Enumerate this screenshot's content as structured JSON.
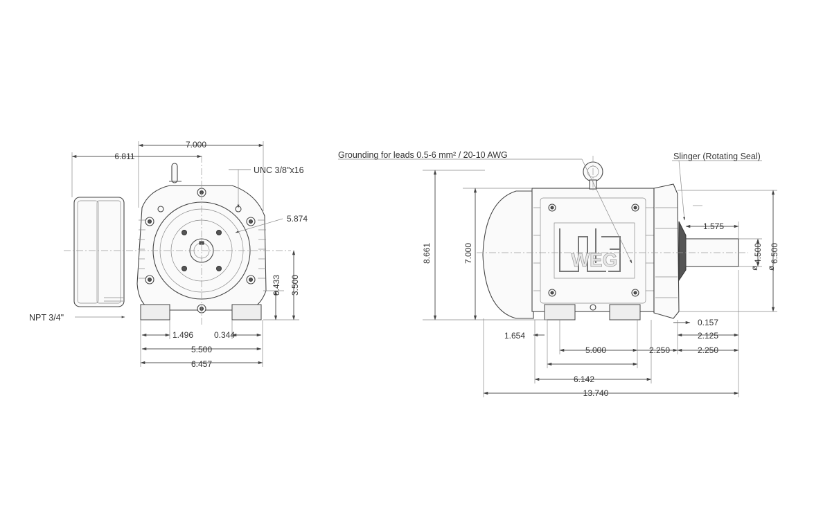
{
  "front_view": {
    "dims": {
      "d7000": "7.000",
      "d6811": "6.811",
      "unc": "UNC 3/8\"x16",
      "d5874": "5.874",
      "d0433": "0.433",
      "d3500": "3.500",
      "npt": "NPT 3/4\"",
      "d1496": "1.496",
      "d0344": "0.344",
      "d5500": "5.500",
      "d6457": "6.457"
    }
  },
  "side_view": {
    "callouts": {
      "grounding": "Grounding for leads 0.5-6 mm² / 20-10 AWG",
      "slinger": "Slinger (Rotating Seal)"
    },
    "dims": {
      "d8661": "8.661",
      "d7000": "7.000",
      "d1575": "1.575",
      "d4500": "4.500",
      "d6500": "6.500",
      "diam": "ø",
      "d0157": "0.157",
      "d1654": "1.654",
      "d2125": "2.125",
      "d5000": "5.000",
      "d2250a": "2.250",
      "d2250b": "2.250",
      "d6142": "6.142",
      "d13740": "13.740"
    },
    "nameplate_logo": "WEG"
  }
}
